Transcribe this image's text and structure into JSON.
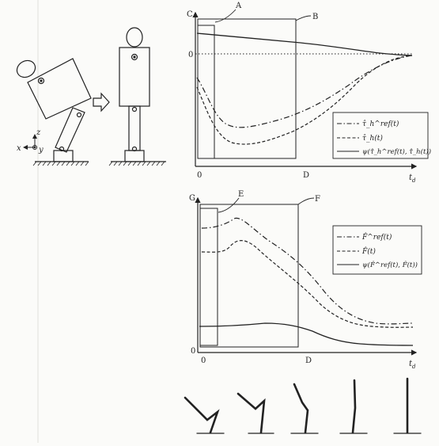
{
  "colors": {
    "ink": "#222222",
    "paper": "#fbfbf9",
    "margin_line": "#d8d8d2"
  },
  "axes": {
    "x_label": "t",
    "x_label_sub": "d",
    "zero_label": "0"
  },
  "chart_top": {
    "corner_label": "C",
    "label_a": "A",
    "label_b": "B",
    "label_d": "D",
    "y_zero": "0",
    "legend": [
      {
        "style": "dash-dot",
        "text": "τ̂_h^ref(t)"
      },
      {
        "style": "dashed",
        "text": "τ̂_h(t)"
      },
      {
        "style": "solid",
        "text": "ψ(τ̂_h^ref(t), τ̂_h(t))"
      }
    ]
  },
  "chart_bottom": {
    "corner_label": "G",
    "label_e": "E",
    "label_f": "F",
    "label_d": "D",
    "y_zero": "0",
    "legend": [
      {
        "style": "dash-dot",
        "text": "F̂^ref(t)"
      },
      {
        "style": "dashed",
        "text": "F̂(t)"
      },
      {
        "style": "solid",
        "text": "ψ(F̂^ref(t), F̂(t))"
      }
    ]
  },
  "robot_axes": {
    "z": "z",
    "x": "x",
    "y": "y"
  },
  "stick_figures": [
    {
      "name": "pose-1",
      "posture": "crouched"
    },
    {
      "name": "pose-2",
      "posture": "bent"
    },
    {
      "name": "pose-3",
      "posture": "half-bent"
    },
    {
      "name": "pose-4",
      "posture": "nearly-straight"
    },
    {
      "name": "pose-5",
      "posture": "straight"
    }
  ]
}
